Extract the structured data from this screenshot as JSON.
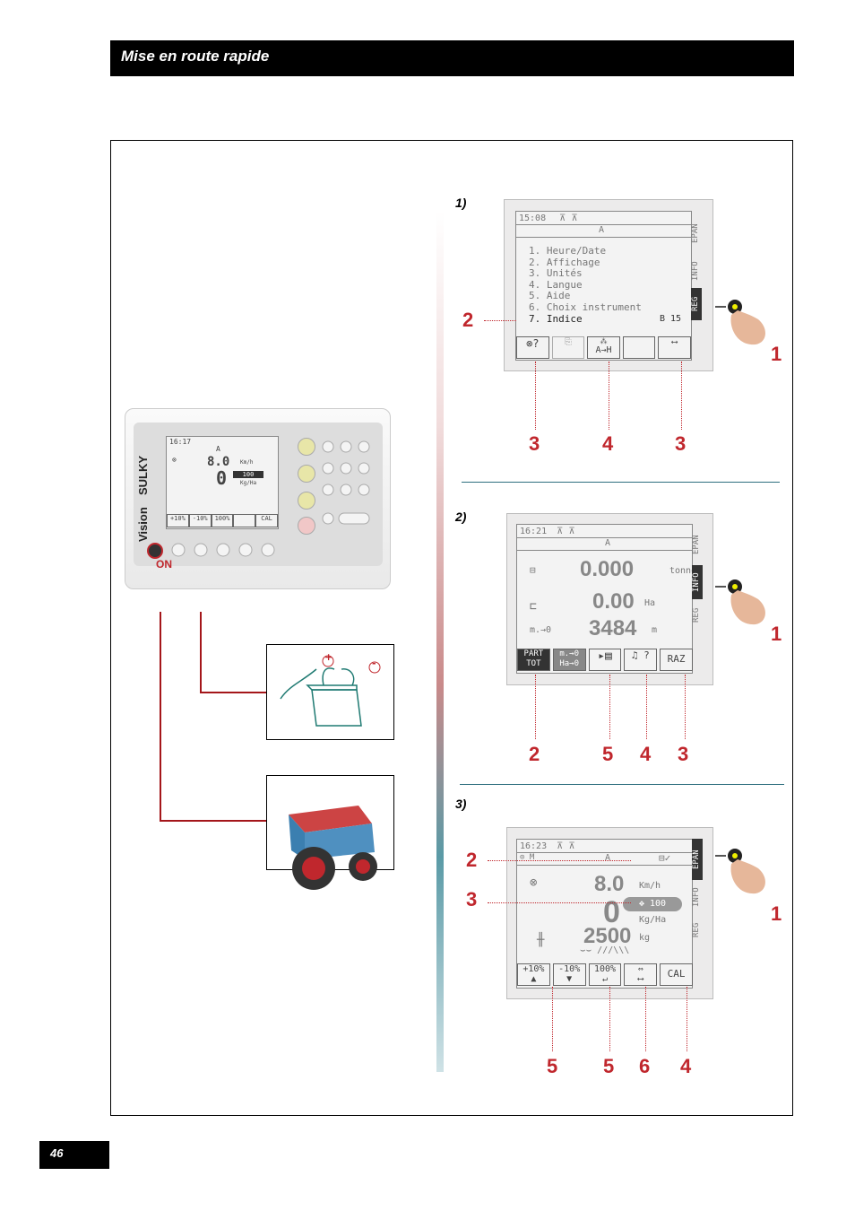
{
  "header": {
    "title": "Mise en route rapide"
  },
  "page_number": "46",
  "console": {
    "brand": "SULKY",
    "model": "Vision",
    "power_label": "ON",
    "lcd": {
      "time": "16:17",
      "mode": "A",
      "speed": "8.0",
      "speed_unit": "Km/h",
      "rate": "0",
      "rate_unit": "Kg/Ha",
      "target": "100",
      "buttons": [
        "+10%",
        "-10%",
        "100%",
        "",
        "CAL"
      ]
    }
  },
  "battery": {
    "plus": "+",
    "minus": "-"
  },
  "panel1": {
    "step": "1)",
    "time": "15:08",
    "mode": "A",
    "menu": [
      "1. Heure/Date",
      "2. Affichage",
      "3. Unités",
      "4. Langue",
      "5. Aide",
      "6. Choix instrument",
      "7. Indice"
    ],
    "indice_value": "B 15",
    "tabs": [
      "EPAN",
      "INFO",
      "REG"
    ],
    "buttons": [
      "",
      "",
      "A→H",
      "",
      ""
    ],
    "callouts": {
      "left": "2",
      "right": "1",
      "bottom": [
        "3",
        "4",
        "3"
      ]
    }
  },
  "panel2": {
    "step": "2)",
    "time": "16:21",
    "mode": "A",
    "rows": [
      {
        "value": "0.000",
        "unit": "tonnes"
      },
      {
        "value": "0.00",
        "unit": "Ha"
      },
      {
        "label": "m.→0",
        "value": "3484",
        "unit": "m"
      }
    ],
    "tabs": [
      "EPAN",
      "INFO",
      "REG"
    ],
    "buttons": [
      "PART",
      "TOT",
      "m.→0",
      "Ha→0",
      "",
      "?",
      "RAZ"
    ],
    "callouts": {
      "right": "1",
      "bottom": [
        "2",
        "5",
        "4",
        "3"
      ]
    }
  },
  "panel3": {
    "step": "3)",
    "time": "16:23",
    "mode": "A",
    "mode_left": "M",
    "speed": "8.0",
    "speed_unit": "Km/h",
    "rate": "0",
    "target": "100",
    "rate_unit": "Kg/Ha",
    "weight": "2500",
    "weight_unit": "kg",
    "tabs": [
      "EPAN",
      "INFO",
      "REG"
    ],
    "buttons": [
      "+10%",
      "-10%",
      "100%",
      "",
      "CAL"
    ],
    "callouts": {
      "left_top": "2",
      "left_mid": "3",
      "right": "1",
      "bottom": [
        "5",
        "5",
        "6",
        "4"
      ]
    }
  }
}
